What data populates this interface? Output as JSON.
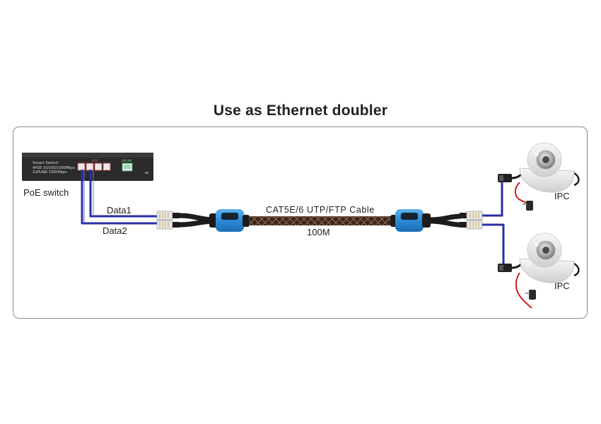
{
  "title": "Use as Ethernet doubler",
  "switch": {
    "label": "PoE switch",
    "brand": "Smart Switch",
    "spec_line1": "4POE 10/100/1000Mbps",
    "spec_line2": "1UPLINK 1000Mbps",
    "poe_port_label": "POE",
    "uplink_port_label": "UPLINK"
  },
  "links": {
    "data1": "Data1",
    "data2": "Data2"
  },
  "cable": {
    "type_label": "CAT5E/6 UTP/FTP Cable",
    "length_label": "100M"
  },
  "cameras": [
    {
      "label": "IPC"
    },
    {
      "label": "IPC"
    }
  ],
  "colors": {
    "data_wire": "#2b2fa6",
    "splitter_blue": "#2f8fd8",
    "cable_brown": "#4a2f20",
    "switch_body": "#2a2a2a",
    "power_red": "#d11f1f",
    "frame_border": "#8a8a8a"
  }
}
